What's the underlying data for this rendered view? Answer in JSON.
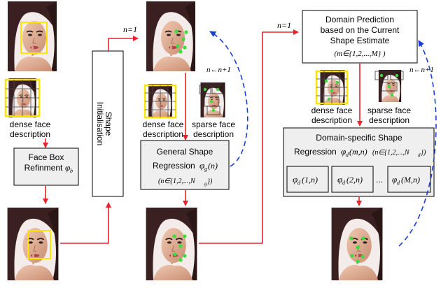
{
  "labels": {
    "dense_face_description_1": [
      "dense face",
      "description"
    ],
    "face_box_refinement": [
      "Face Box",
      "Refinment"
    ],
    "phi_b": "φ",
    "phi_b_sub": "b",
    "shape_init": [
      "Shape",
      "Initialisation"
    ],
    "n_eq_1_a": "n=1",
    "n_eq_1_b": "n=1",
    "dense_face_description_2": [
      "dense face",
      "description"
    ],
    "sparse_face_description_1": [
      "sparse face",
      "description"
    ],
    "general_shape_regression": [
      "General Shape",
      "Regression"
    ],
    "phi_g": "φ",
    "phi_g_sub": "g",
    "phi_g_arg": "(n)",
    "n_range_g": "(n∈{1,2,...,N",
    "n_range_g_sub": "g",
    "n_range_g_end": "})",
    "n_loop_1": "n←n+1",
    "domain_prediction": [
      "Domain Prediction",
      "based on the Current",
      "Shape Estimate"
    ],
    "m_range": "(m∈{1,2,...,M} )",
    "n_loop_2": "n←n+1",
    "dense_face_description_3": [
      "dense face",
      "description"
    ],
    "sparse_face_description_2": [
      "sparse face",
      "description"
    ],
    "domain_specific": [
      "Domain-specific Shape",
      "Regression"
    ],
    "phi_d": "φ",
    "phi_d_sub": "d",
    "phi_d_arg": "(m,n)",
    "n_range_d": "(n∈{1,2,...,N",
    "n_range_d_sub": "d",
    "n_range_d_end": "})",
    "phi_d_1n": "(1,n)",
    "phi_d_2n": "(2,n)",
    "phi_d_dots": "...",
    "phi_d_Mn": "(M,n)"
  },
  "colors": {
    "arrow_red": "#e8222a",
    "arrow_blue": "#1a3fd6",
    "box_gray": "#efefef",
    "yellow": "#ffe400",
    "landmark_green": "#3ddc3d",
    "skin": "#dca88c",
    "hair": "#3a2020"
  }
}
